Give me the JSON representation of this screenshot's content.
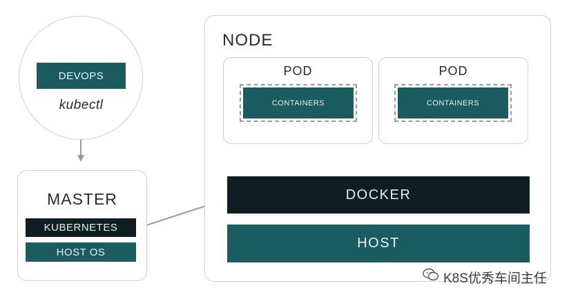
{
  "devops": {
    "box_label": "DEVOPS",
    "tool_label": "kubectl"
  },
  "master": {
    "title": "MASTER",
    "kubernetes_label": "KUBERNETES",
    "host_os_label": "HOST OS"
  },
  "node": {
    "title": "NODE",
    "pods": [
      {
        "title": "POD",
        "containers_label": "CONTAINERS"
      },
      {
        "title": "POD",
        "containers_label": "CONTAINERS"
      }
    ],
    "docker_label": "DOCKER",
    "host_label": "HOST"
  },
  "watermark": {
    "text": "K8S优秀车间主任"
  },
  "colors": {
    "teal": "#1b5c61",
    "dark": "#0e1e22",
    "border": "#cfcfcf",
    "arrow": "#9a9a9a"
  }
}
